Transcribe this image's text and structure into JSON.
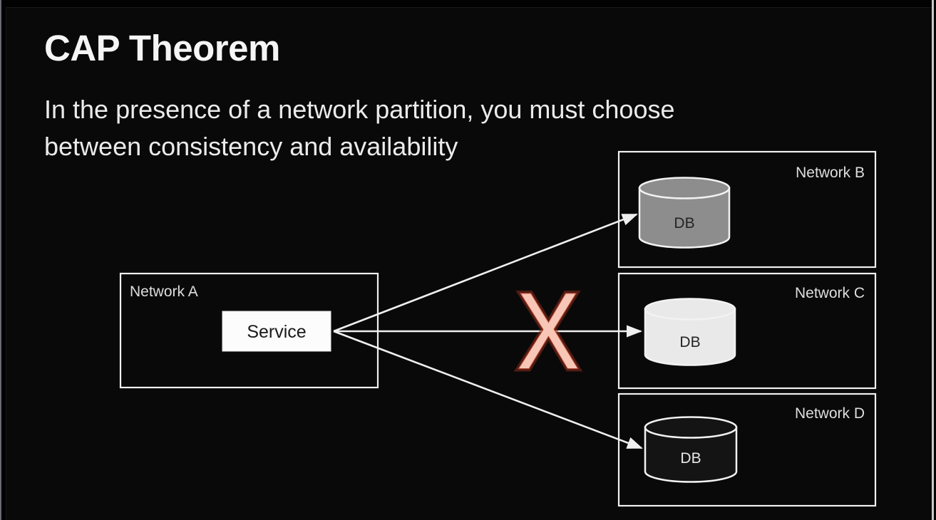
{
  "slide": {
    "title": "CAP Theorem",
    "subtitle_line1": "In the presence of a network partition, you must choose",
    "subtitle_line2": "between consistency and availability"
  },
  "diagram": {
    "network_a": {
      "label": "Network A",
      "service_label": "Service"
    },
    "targets": [
      {
        "label": "Network B",
        "db_label": "DB",
        "db_fill": "#8d8d8d",
        "db_text_color": "#242424"
      },
      {
        "label": "Network C",
        "db_label": "DB",
        "db_fill": "#e9e9e9",
        "db_text_color": "#242424"
      },
      {
        "label": "Network D",
        "db_label": "DB",
        "db_fill": "#141414",
        "db_text_color": "#e8e8e8"
      }
    ],
    "partition": {
      "symbol": "X",
      "color": "#f8c6b6"
    },
    "colors": {
      "background": "#090909",
      "box_stroke": "#f0f0f0",
      "arrow": "#efefef",
      "label_text": "#dedede"
    }
  }
}
